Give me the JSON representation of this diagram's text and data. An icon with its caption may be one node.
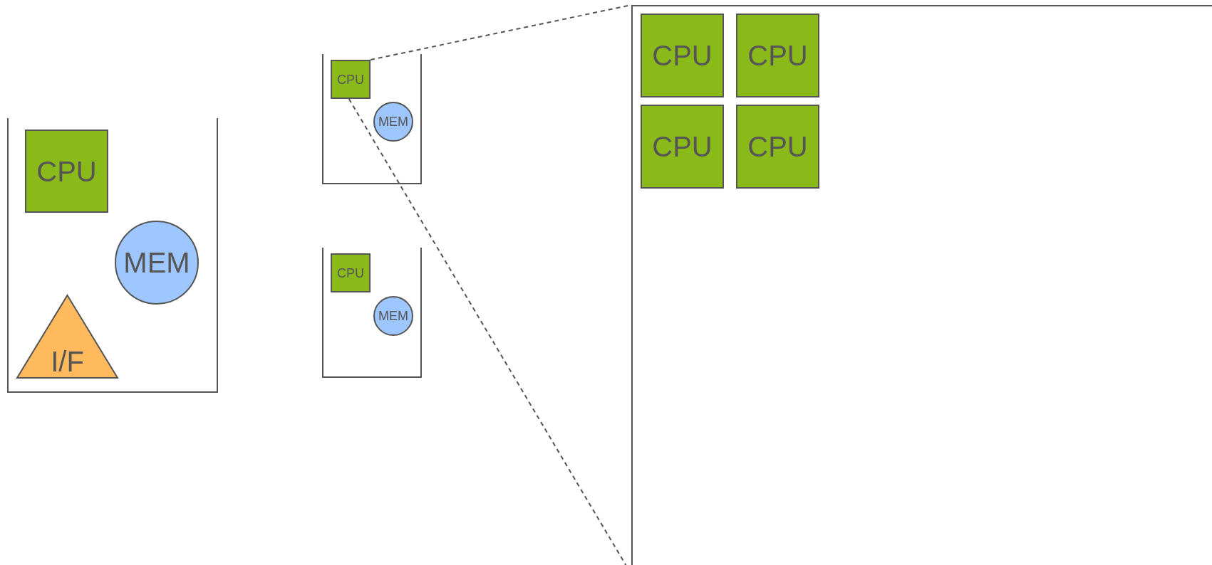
{
  "diagram": {
    "nodes": [
      {
        "text": [],
        "shape": "box"
      },
      {
        "text": [
          "CPU"
        ],
        "in": 0
      },
      {
        "text": [
          "MEM"
        ],
        "in": 0
      },
      {
        "text": [
          "I/F"
        ],
        "in": 0
      },
      {
        "text": [],
        "shape": "box"
      },
      {
        "text": [
          "CPU"
        ],
        "in": 4
      },
      {
        "text": [
          "MEM"
        ],
        "in": 4
      },
      {
        "text": [],
        "shape": "box"
      },
      {
        "text": [
          "CPU"
        ],
        "in": 7
      },
      {
        "text": [
          "MEM"
        ],
        "in": 7
      },
      {
        "text": [],
        "shape": "box"
      },
      {
        "text": [
          "CPU"
        ],
        "in": 10
      },
      {
        "text": [
          "CPU"
        ],
        "in": 10
      },
      {
        "text": [
          "CPU"
        ],
        "in": 10
      },
      {
        "text": [
          "CPU"
        ],
        "in": 10
      }
    ],
    "edges": [
      {
        "from": 5,
        "to": 10,
        "arrow": "none",
        "style": "dashed"
      },
      {
        "from": 5,
        "to": 10,
        "arrow": "none",
        "style": "dashed"
      }
    ]
  }
}
